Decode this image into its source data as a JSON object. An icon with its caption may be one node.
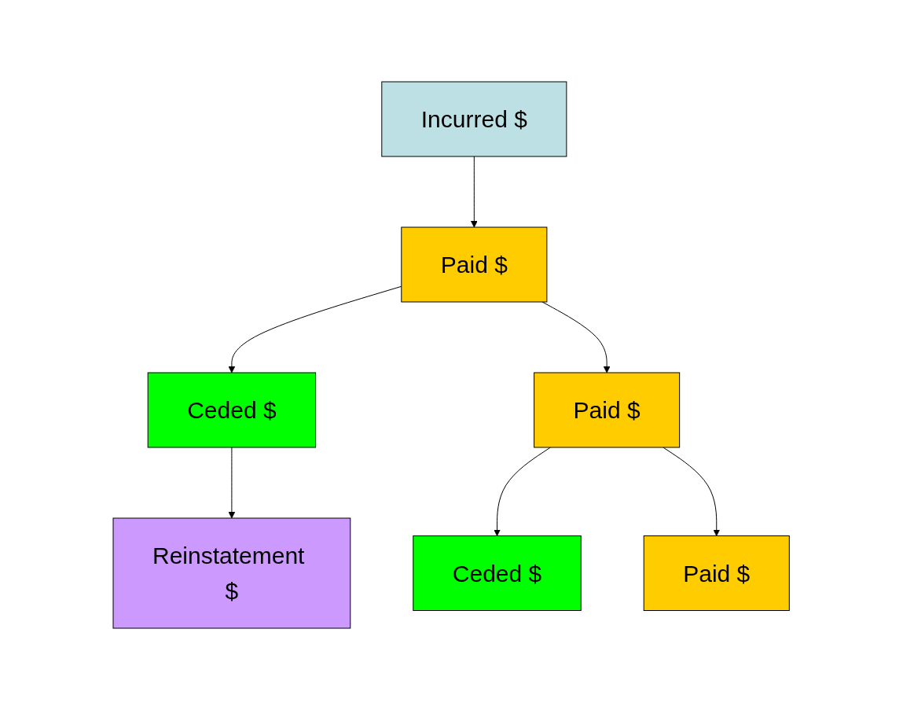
{
  "diagram": {
    "nodes": [
      {
        "text": [
          "Incurred $"
        ]
      },
      {
        "text": [
          "Paid $"
        ]
      },
      {
        "text": [
          "Ceded $"
        ]
      },
      {
        "text": [
          "Reinstatement $"
        ]
      },
      {
        "text": [
          "Paid $"
        ]
      },
      {
        "text": [
          "Ceded $"
        ]
      },
      {
        "text": [
          "Paid $"
        ]
      }
    ],
    "edges": [
      {
        "from": 0,
        "to": 1,
        "arrow": "to"
      },
      {
        "from": 1,
        "to": 2,
        "arrow": "to"
      },
      {
        "from": 2,
        "to": 3,
        "arrow": "to"
      },
      {
        "from": 1,
        "to": 4,
        "arrow": "to"
      },
      {
        "from": 4,
        "to": 5,
        "arrow": "to"
      },
      {
        "from": 4,
        "to": 6,
        "arrow": "to"
      }
    ]
  }
}
